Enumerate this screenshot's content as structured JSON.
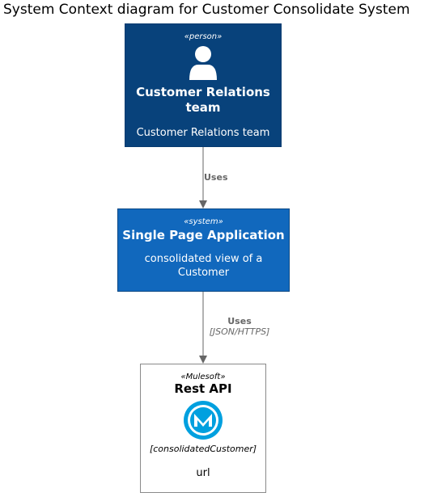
{
  "diagram": {
    "title": "System Context diagram for Customer Consolidate System"
  },
  "person": {
    "stereotype": "«person»",
    "name_line1": "Customer Relations",
    "name_line2": "team",
    "description": "Customer Relations team"
  },
  "system": {
    "stereotype": "«system»",
    "name": "Single Page Application",
    "description_line1": "consolidated view of a",
    "description_line2": "Customer"
  },
  "api": {
    "stereotype": "«Mulesoft»",
    "name": "Rest API",
    "technology": "[consolidatedCustomer]",
    "description": "url",
    "icon": "mulesoft-logo-icon"
  },
  "relations": [
    {
      "label": "Uses",
      "technology": ""
    },
    {
      "label": "Uses",
      "technology": "[JSON/HTTPS]"
    }
  ],
  "colors": {
    "person_bg": "#08427b",
    "system_bg": "#1168bd",
    "arrow": "#666666",
    "mulesoft_blue": "#00a0df"
  }
}
